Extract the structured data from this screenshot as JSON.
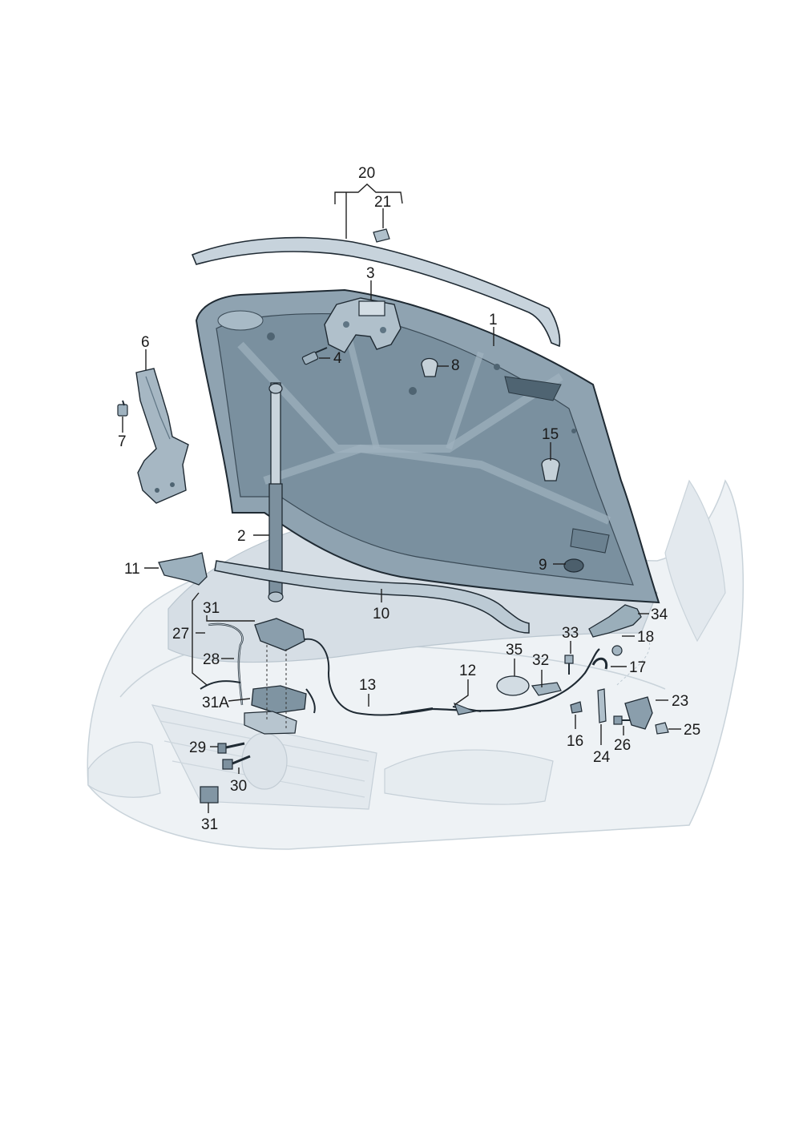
{
  "diagram": {
    "callouts": {
      "c1": "1",
      "c2": "2",
      "c3": "3",
      "c4": "4",
      "c6": "6",
      "c7": "7",
      "c8": "8",
      "c9": "9",
      "c10": "10",
      "c11": "11",
      "c12": "12",
      "c13": "13",
      "c15": "15",
      "c16": "16",
      "c17": "17",
      "c18": "18",
      "c20": "20",
      "c21": "21",
      "c23": "23",
      "c24": "24",
      "c25": "25",
      "c26": "26",
      "c27": "27",
      "c28": "28",
      "c29": "29",
      "c30": "30",
      "c31a": "31",
      "c31b": "31",
      "c31A": "31A",
      "c32": "32",
      "c33": "33",
      "c34": "34",
      "c35": "35"
    },
    "colors": {
      "part_fill": "#8fa3b1",
      "part_dark": "#5f7584",
      "part_light": "#b9c8d2",
      "car_fill": "#e8eef2",
      "outline": "#1f2a33"
    }
  }
}
